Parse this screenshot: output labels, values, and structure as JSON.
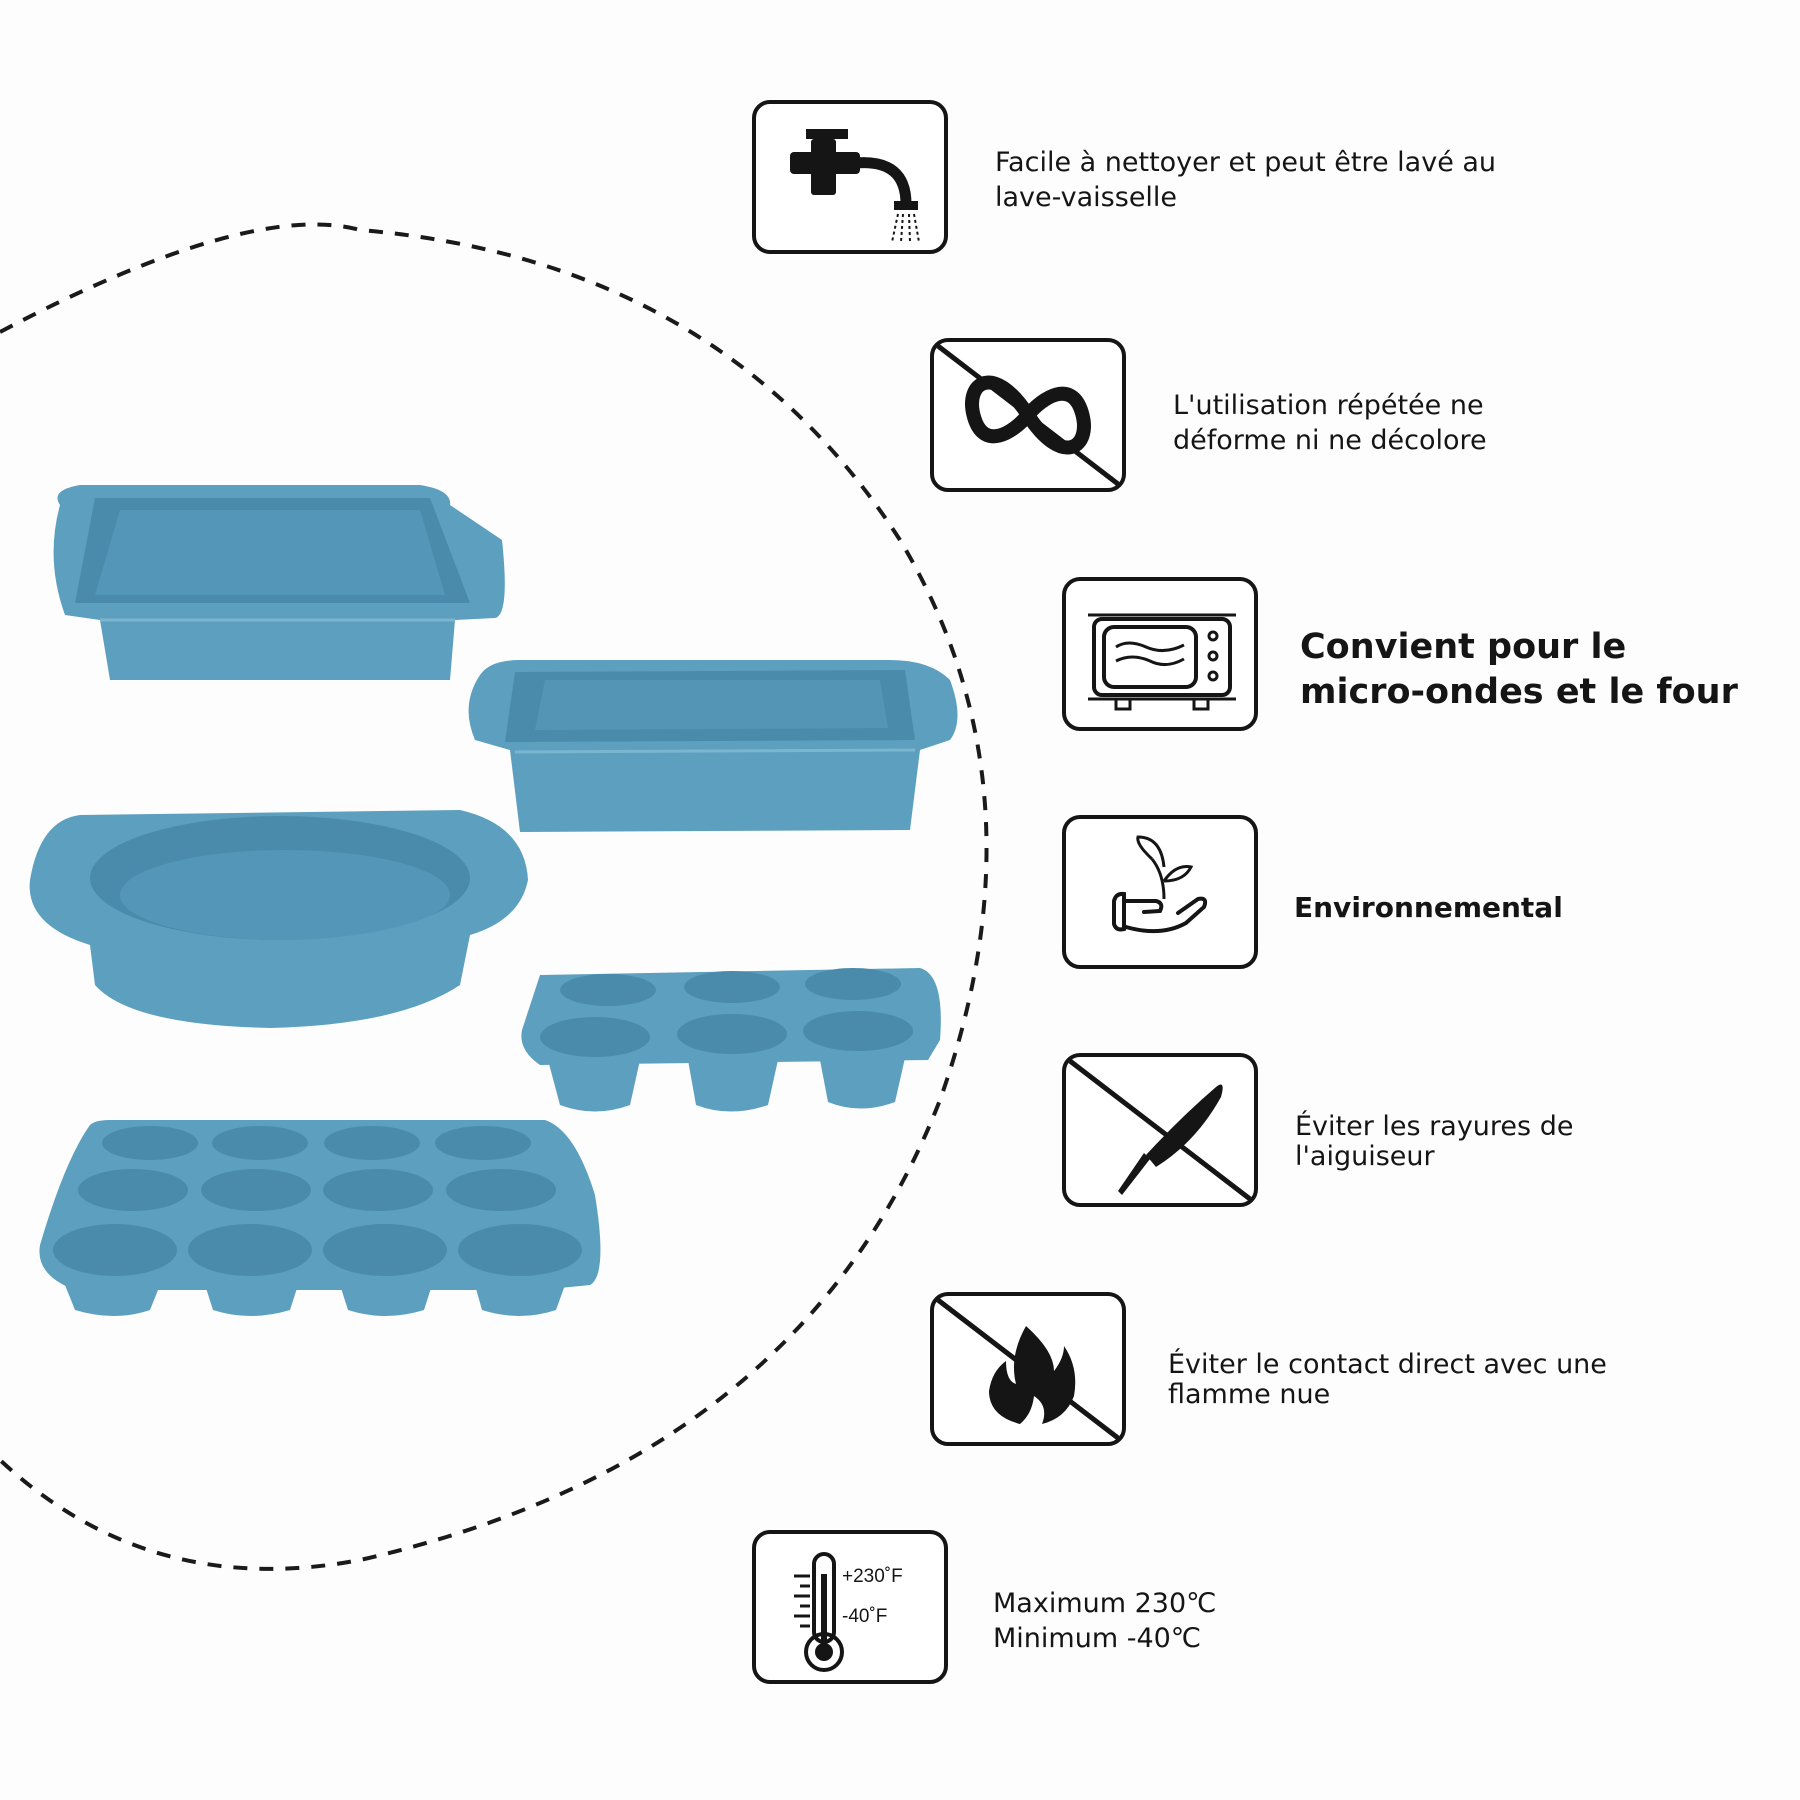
{
  "palette": {
    "silicone": "#5c9fbf",
    "silicone_dark": "#4a8bab",
    "silicone_light": "#7cb5d0",
    "ink": "#151515",
    "background": "#fdfdfd"
  },
  "products": [
    {
      "name": "square-cake-pan"
    },
    {
      "name": "loaf-pan"
    },
    {
      "name": "round-cake-pan"
    },
    {
      "name": "six-cup-muffin-tray"
    },
    {
      "name": "twelve-cup-muffin-tray"
    }
  ],
  "features": [
    {
      "id": "dishwasher",
      "icon": "faucet-icon",
      "text": "Facile à nettoyer et peut être lavé au\nlave-vaisselle"
    },
    {
      "id": "no-deform",
      "icon": "infinity-crossed-icon",
      "text": "L'utilisation répétée ne\ndéforme ni ne décolore"
    },
    {
      "id": "microwave",
      "icon": "microwave-icon",
      "text": "Convient pour le\nmicro-ondes et le four"
    },
    {
      "id": "eco",
      "icon": "plant-hand-icon",
      "text": "Environnemental"
    },
    {
      "id": "no-knife",
      "icon": "knife-crossed-icon",
      "text": "Éviter les rayures de\nl'aiguiseur"
    },
    {
      "id": "no-flame",
      "icon": "flame-crossed-icon",
      "text": "Éviter le contact direct avec une\nflamme nue"
    },
    {
      "id": "temperature",
      "icon": "thermometer-icon",
      "text": "Maximum 230℃\nMinimum -40℃",
      "thermo_max": "+230˚F",
      "thermo_min": "-40˚F"
    }
  ]
}
